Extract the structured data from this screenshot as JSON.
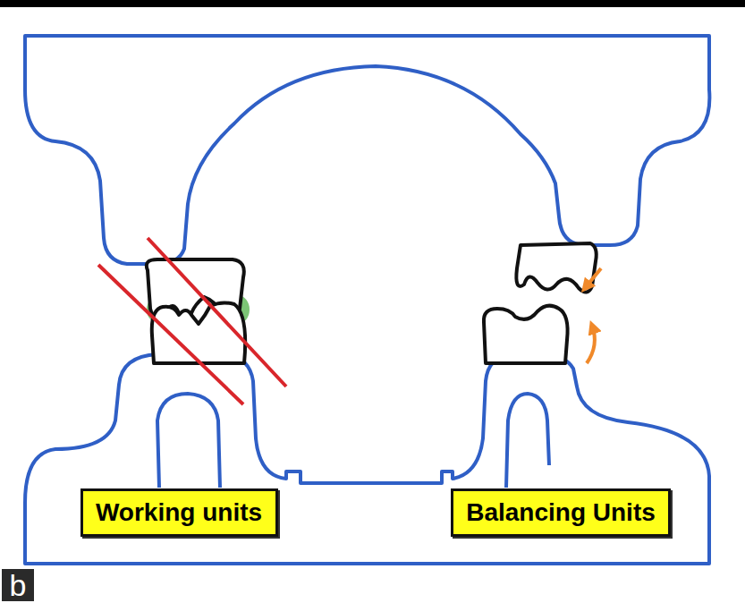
{
  "diagram": {
    "nodes": [
      {
        "text": [
          "Working units"
        ]
      },
      {
        "text": [
          "Balancing Units"
        ]
      },
      {
        "text": [
          "b"
        ]
      }
    ]
  }
}
